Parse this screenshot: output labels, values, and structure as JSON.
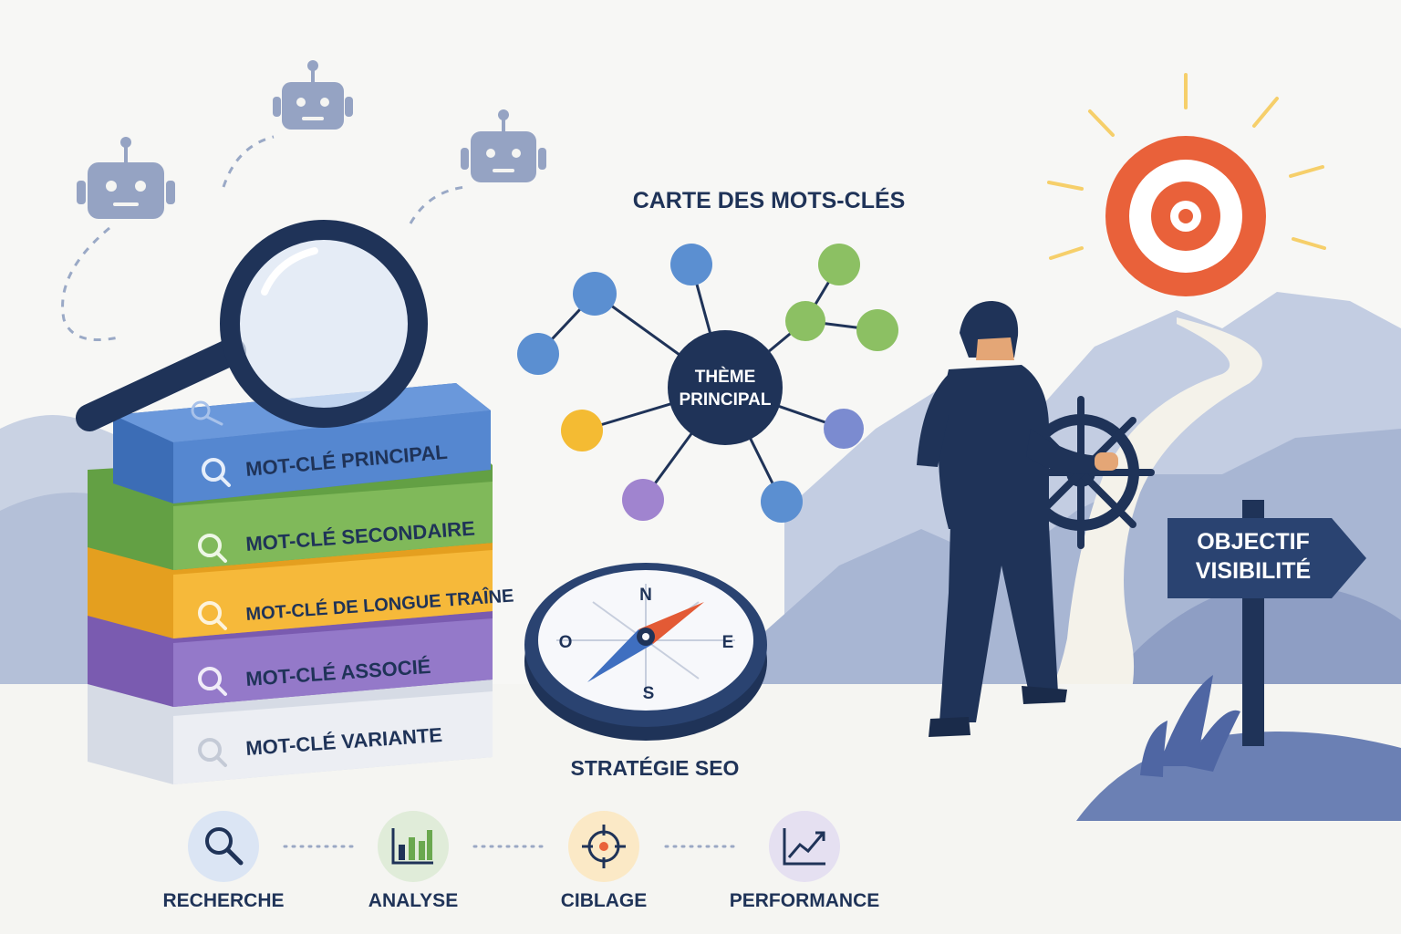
{
  "map": {
    "title": "CARTE DES MOTS-CLÉS",
    "center_line1": "THÈME",
    "center_line2": "PRINCIPAL"
  },
  "books": [
    {
      "label": "MOT-CLÉ PRINCIPAL",
      "color": "#4a7cc4"
    },
    {
      "label": "MOT-CLÉ SECONDAIRE",
      "color": "#76b152"
    },
    {
      "label": "MOT-CLÉ DE LONGUE TRAÎNE",
      "color": "#f2ae2e"
    },
    {
      "label": "MOT-CLÉ ASSOCIÉ",
      "color": "#8a6cc0"
    },
    {
      "label": "MOT-CLÉ VARIANTE",
      "color": "#e4e7ee"
    }
  ],
  "compass": {
    "north": "N",
    "south": "S",
    "east": "E",
    "west": "O",
    "caption": "STRATÉGIE SEO"
  },
  "sign": {
    "line1": "OBJECTIF",
    "line2": "VISIBILITÉ"
  },
  "steps": [
    {
      "label": "RECHERCHE",
      "icon": "search-icon"
    },
    {
      "label": "ANALYSE",
      "icon": "bar-chart-icon"
    },
    {
      "label": "CIBLAGE",
      "icon": "crosshair-icon"
    },
    {
      "label": "PERFORMANCE",
      "icon": "trend-chart-icon"
    }
  ],
  "colors": {
    "navy": "#1f3358",
    "blue_node": "#5b8fd1",
    "green_node": "#8cc063",
    "yellow_node": "#f4bb33",
    "purple_node": "#a084cf",
    "indigo_node": "#7b8bd0",
    "target": "#e9613a"
  }
}
